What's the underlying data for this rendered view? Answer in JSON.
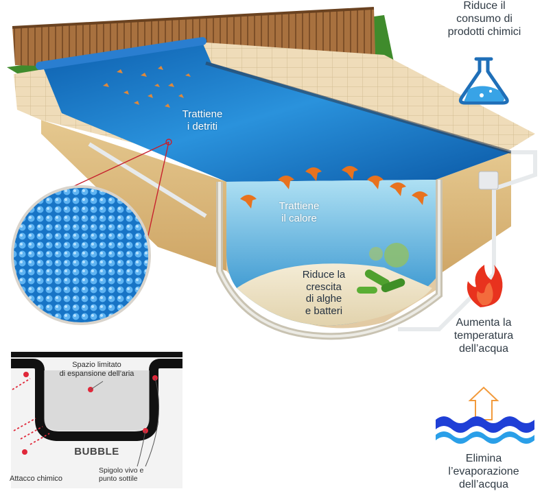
{
  "benefits": {
    "chemicals": "Riduce il\nconsumo di\nprodotti chimici",
    "debris": "Trattiene\ni detriti",
    "heat": "Trattiene\nil calore",
    "algae": "Riduce la\ncrescita\ndi alghe\ne batteri",
    "temperature": "Aumenta la\ntemperatura\ndell’acqua",
    "evaporation": "Elimina\nl’evaporazione\ndell’acqua"
  },
  "bubble_detail": {
    "space_label": "Spazio limitato\ndi espansione dell’aria",
    "bubble_label": "BUBBLE",
    "chemical_attack": "Attacco chimico",
    "sharp_edge": "Spigolo vivo e\npunto sottile"
  },
  "colors": {
    "water": "#1f86d0",
    "fence": "#a0693a",
    "tiles": "#ecd9b6",
    "soil": "#d8b679",
    "flame": "#e8321e",
    "bubble_cover": "#2a8fd6",
    "marker": "#e0283a"
  },
  "icons": [
    "flask-icon",
    "flame-icon",
    "water-waves-icon",
    "up-arrow-icon"
  ]
}
